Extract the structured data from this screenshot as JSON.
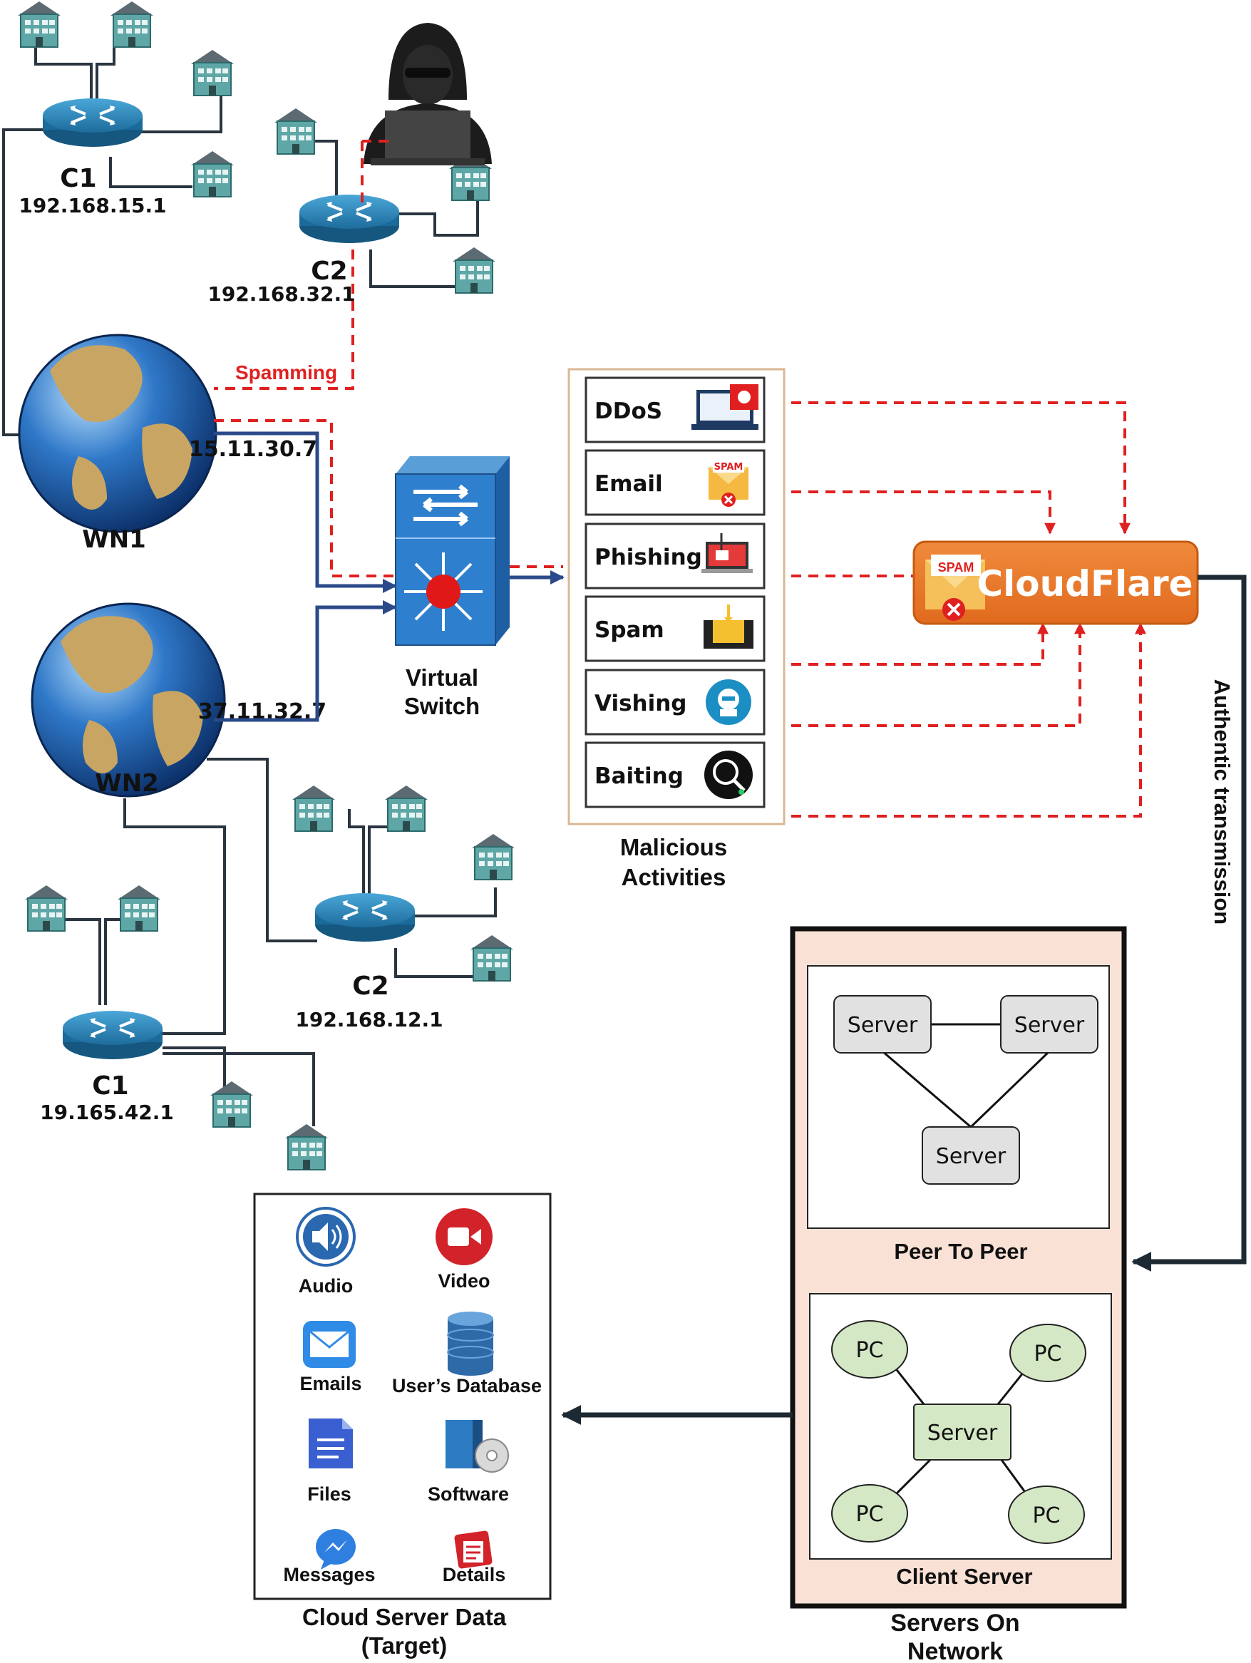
{
  "network": {
    "wn1": {
      "label": "WN1",
      "ip": "15.11.30.7"
    },
    "wn2": {
      "label": "WN2",
      "ip": "37.11.32.7"
    },
    "c1_top": {
      "label": "C1",
      "ip": "192.168.15.1"
    },
    "c2_top": {
      "label": "C2",
      "ip": "192.168.32.1"
    },
    "c2_bottom": {
      "label": "C2",
      "ip": "192.168.12.1"
    },
    "c1_bottom": {
      "label": "C1",
      "ip": "19.165.42.1"
    },
    "spamming_label": "Spamming",
    "switch_label_1": "Virtual",
    "switch_label_2": "Switch"
  },
  "malicious": {
    "title_1": "Malicious",
    "title_2": "Activities",
    "items": [
      {
        "label": "DDoS",
        "icon": "ddos-icon"
      },
      {
        "label": "Email",
        "icon": "spam-mail-icon"
      },
      {
        "label": "Phishing",
        "icon": "phishing-icon"
      },
      {
        "label": "Spam",
        "icon": "spam-icon"
      },
      {
        "label": "Vishing",
        "icon": "vishing-icon"
      },
      {
        "label": "Baiting",
        "icon": "baiting-icon"
      }
    ]
  },
  "cloudflare": {
    "label": "CloudFlare",
    "badge": "SPAM",
    "color": "#e8762b"
  },
  "email_spam_badge": "SPAM",
  "authentic_label": "Authentic transmission",
  "servers": {
    "title_1": "Servers On",
    "title_2": "Network",
    "p2p": {
      "nodes": [
        "Server",
        "Server",
        "Server"
      ],
      "caption": "Peer To Peer"
    },
    "client_server": {
      "center": "Server",
      "pcs": [
        "PC",
        "PC",
        "PC",
        "PC"
      ],
      "caption": "Client Server"
    }
  },
  "cloud_data": {
    "title_1": "Cloud Server Data",
    "title_2": "(Target)",
    "items": [
      {
        "label": "Audio",
        "icon": "audio-icon"
      },
      {
        "label": "Video",
        "icon": "video-icon"
      },
      {
        "label": "Emails",
        "icon": "mail-icon"
      },
      {
        "label": "User’s Database",
        "icon": "database-icon"
      },
      {
        "label": "Files",
        "icon": "file-icon"
      },
      {
        "label": "Software",
        "icon": "software-icon"
      },
      {
        "label": "Messages",
        "icon": "messenger-icon"
      },
      {
        "label": "Details",
        "icon": "details-icon"
      }
    ]
  }
}
